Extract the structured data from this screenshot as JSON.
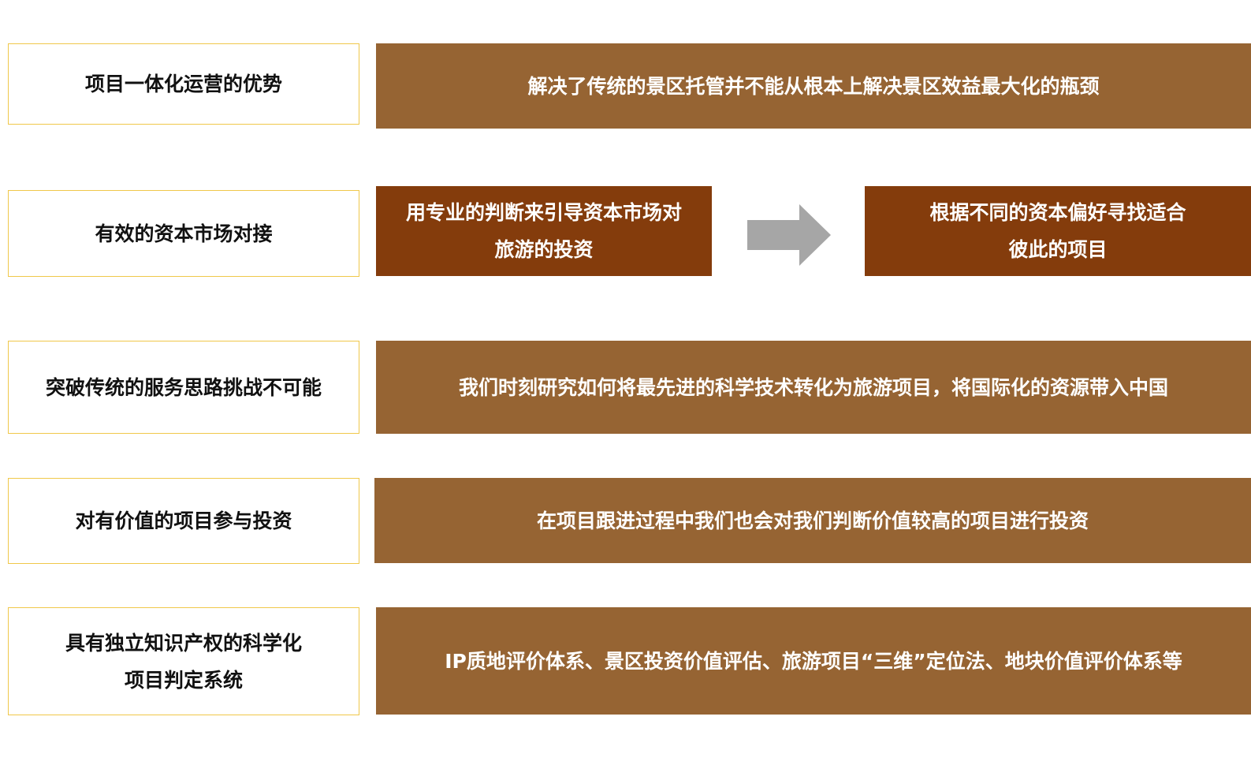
{
  "colors": {
    "label_border": "#f0c84a",
    "bar_light": "#966433",
    "bar_dark": "#843c0c",
    "arrow": "#a6a6a6"
  },
  "rows": [
    {
      "label": "项目一体化运营的优势",
      "description": "解决了传统的景区托管并不能从根本上解决景区效益最大化的瓶颈"
    },
    {
      "label": "有效的资本市场对接",
      "step_from": {
        "line1": "用专业的判断来引导资本市场对",
        "line2": "旅游的投资"
      },
      "step_to": {
        "line1": "根据不同的资本偏好寻找适合",
        "line2": "彼此的项目"
      },
      "connector_icon": "right-arrow-icon"
    },
    {
      "label": "突破传统的服务思路挑战不可能",
      "description": "我们时刻研究如何将最先进的科学技术转化为旅游项目，将国际化的资源带入中国"
    },
    {
      "label": "对有价值的项目参与投资",
      "description": "在项目跟进过程中我们也会对我们判断价值较高的项目进行投资"
    },
    {
      "label_line1": "具有独立知识产权的科学化",
      "label_line2": "项目判定系统",
      "description": "IP质地评价体系、景区投资价值评估、旅游项目“三维”定位法、地块价值评价体系等"
    }
  ]
}
